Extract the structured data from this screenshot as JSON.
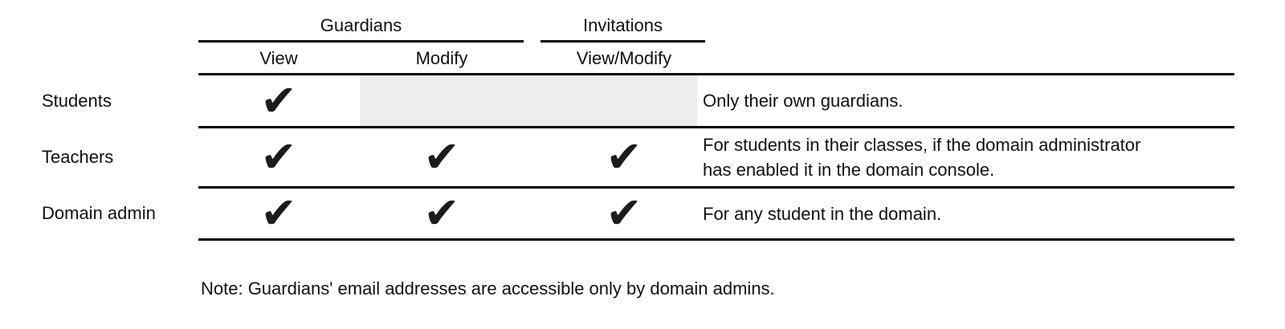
{
  "table": {
    "column_groups": {
      "guardians": "Guardians",
      "invitations": "Invitations"
    },
    "columns": {
      "view": "View",
      "modify": "Modify",
      "view_modify": "View/Modify"
    },
    "rows": [
      {
        "label": "Students",
        "cells": [
          "✔",
          "",
          ""
        ],
        "note": "Only their own guardians."
      },
      {
        "label": "Teachers",
        "cells": [
          "✔",
          "✔",
          "✔"
        ],
        "note": "For students in their classes, if the domain administrator\nhas enabled it in the domain console."
      },
      {
        "label": "Domain admin",
        "cells": [
          "✔",
          "✔",
          "✔"
        ],
        "note": "For any student in the domain."
      }
    ],
    "footnote": "Note: Guardians' email addresses are accessible only by domain admins."
  },
  "colors": {
    "rule": "#000000",
    "text": "#111111",
    "check": "#1c1c1c",
    "disabled_cell": "#ededed"
  }
}
